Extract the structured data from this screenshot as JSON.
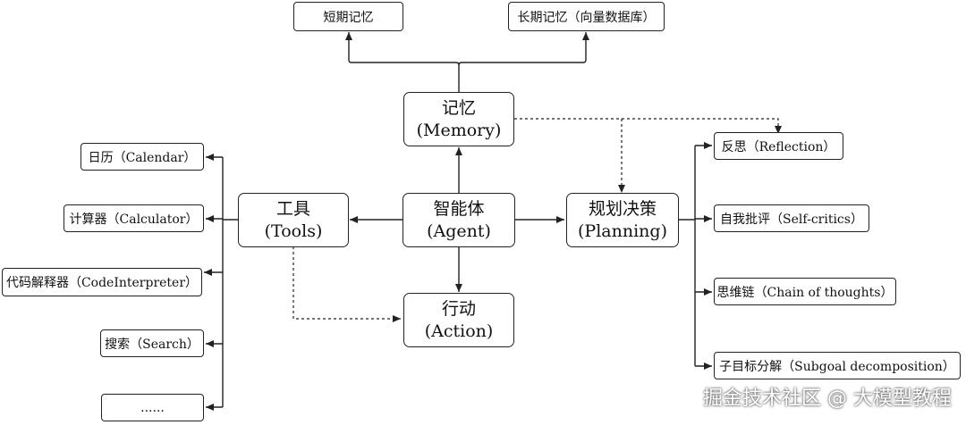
{
  "center": {
    "cn": "智能体",
    "en": "(Agent)"
  },
  "memory": {
    "cn": "记忆",
    "en": "(Memory)"
  },
  "tools": {
    "cn": "工具",
    "en": "(Tools)"
  },
  "planning": {
    "cn": "规划决策",
    "en": "(Planning)"
  },
  "action": {
    "cn": "行动",
    "en": "(Action)"
  },
  "memory_items": [
    "短期记忆",
    "长期记忆（向量数据库）"
  ],
  "tool_items": [
    "日历（Calendar）",
    "计算器（Calculator）",
    "代码解释器（CodeInterpreter）",
    "搜索（Search）",
    "......"
  ],
  "planning_items": [
    "反思（Reflection）",
    "自我批评（Self-critics）",
    "思维链（Chain of thoughts）",
    "子目标分解（Subgoal decomposition）"
  ],
  "watermark": "掘金技术社区 @ 大模型教程"
}
